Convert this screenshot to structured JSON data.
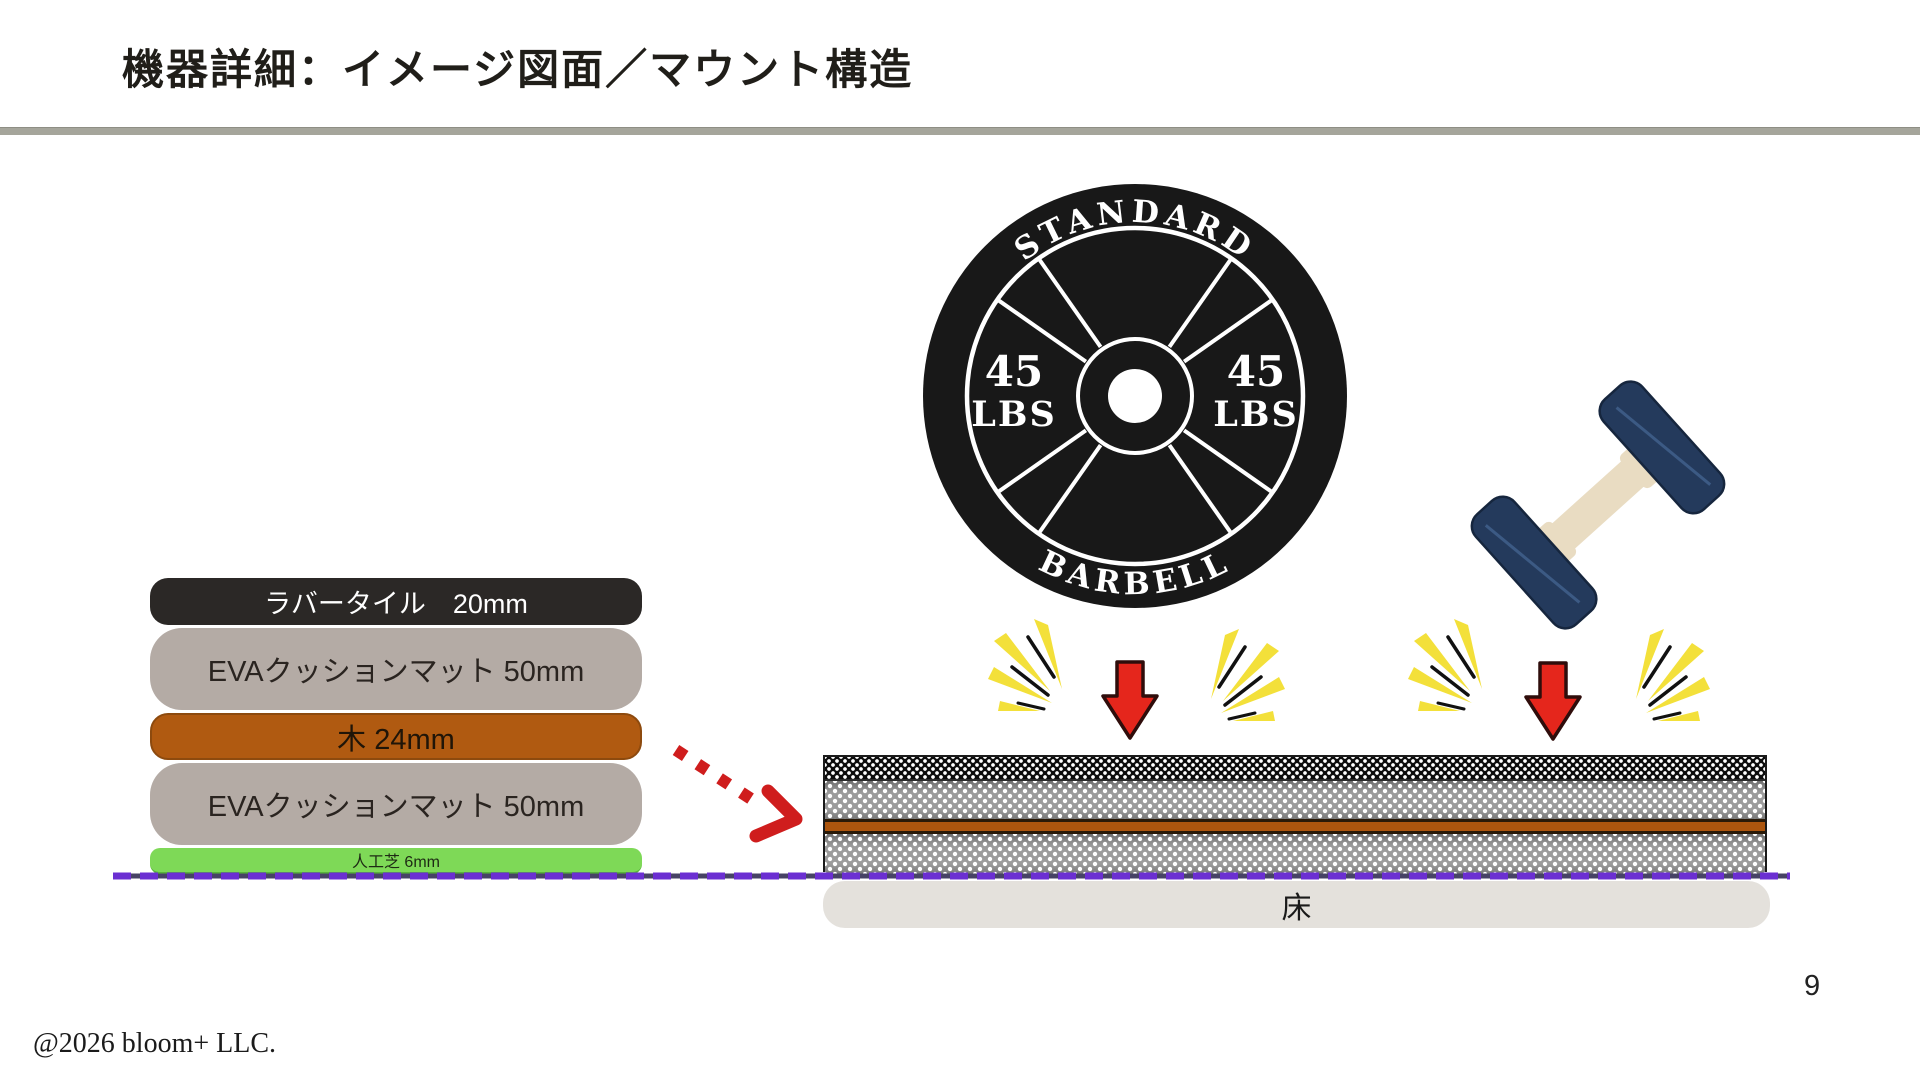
{
  "header": {
    "title": "機器詳細：イメージ図面／マウント構造"
  },
  "stack": {
    "layers": [
      {
        "label": "ラバータイル　20mm",
        "color": "#2b2826",
        "text_color": "#ffffff"
      },
      {
        "label": "EVAクッションマット 50mm",
        "color": "#b4aba5",
        "text_color": "#2a2420"
      },
      {
        "label": "木 24mm",
        "color": "#b05a11",
        "text_color": "#201508"
      },
      {
        "label": "EVAクッションマット 50mm",
        "color": "#b4aba5",
        "text_color": "#2a2420"
      },
      {
        "label": "人工芝 6mm",
        "color": "#7ed957",
        "text_color": "#1e2a14"
      }
    ]
  },
  "plate": {
    "top_text": "STANDARD",
    "bottom_text": "BARBELL",
    "left_weight": "45",
    "left_unit": "LBS",
    "right_weight": "45",
    "right_unit": "LBS"
  },
  "floor": {
    "label": "床"
  },
  "footer": {
    "copyright": "@2026 bloom+ LLC.",
    "page_number": "9"
  },
  "colors": {
    "impact_arrow": "#e5261c",
    "spark_yellow": "#f3e03a",
    "ground_line_purple": "#6b2fd2",
    "callout_arrow_red": "#cf1d1d",
    "divider_gray": "#a5a59b",
    "dumbbell_navy": "#243a5c",
    "dumbbell_handle": "#e9dcc2"
  }
}
